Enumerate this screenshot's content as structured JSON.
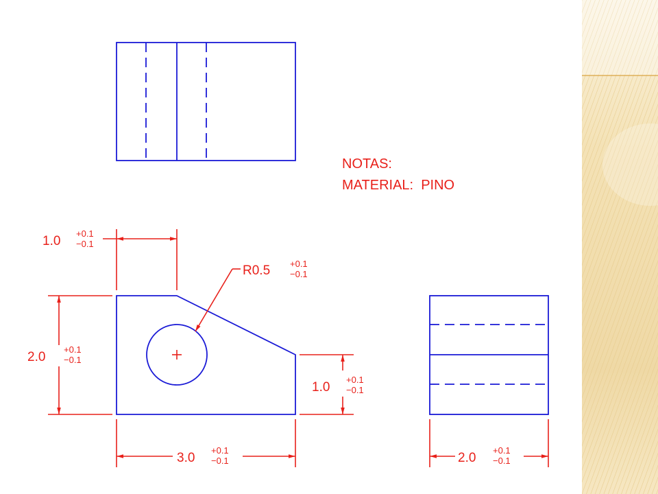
{
  "notes": {
    "heading": "NOTAS:",
    "material": "MATERIAL:  PINO"
  },
  "dimensions": {
    "top_width": "1.0",
    "hole_radius": "R0.5",
    "height": "2.0",
    "right_height": "1.0",
    "bottom_width": "3.0",
    "side_width": "2.0"
  },
  "tolerance": {
    "plus": "+0.1",
    "minus": "−0.1"
  },
  "colors": {
    "geometry": "#1a1ad6",
    "dimensions": "#e8201a",
    "panel_base": "#f4e2b6",
    "panel_rule": "#d9a441"
  }
}
